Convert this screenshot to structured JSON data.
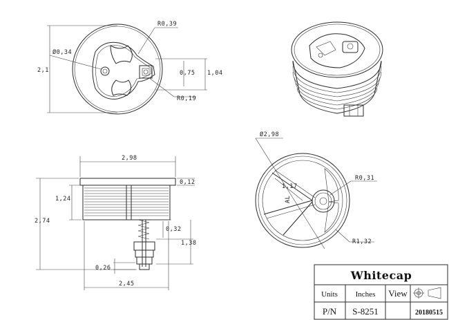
{
  "top_view": {
    "r_outer": "R0,39",
    "dia_hole": "Ø0,34",
    "height": "2,1",
    "dim_075": "0,75",
    "dim_104": "1,04",
    "r_small": "R0,19"
  },
  "side_view": {
    "width_top": "2,98",
    "flange": "0,12",
    "thread_h": "1,24",
    "overall_h": "2,74",
    "dim_032": "0,32",
    "dim_138": "1,38",
    "dim_026": "0,26",
    "width_bottom": "2,45"
  },
  "bottom_view": {
    "dia_outer": "Ø2,98",
    "r_031": "R0,31",
    "dim_117": "1,17",
    "r_132": "R1,32",
    "arrow_mark": "AL"
  },
  "title_block": {
    "brand": "Whitecap",
    "units_label": "Units",
    "units_value": "Inches",
    "view_label": "View",
    "pn_label": "P/N",
    "pn_value": "S-8251",
    "date": "20180515"
  }
}
